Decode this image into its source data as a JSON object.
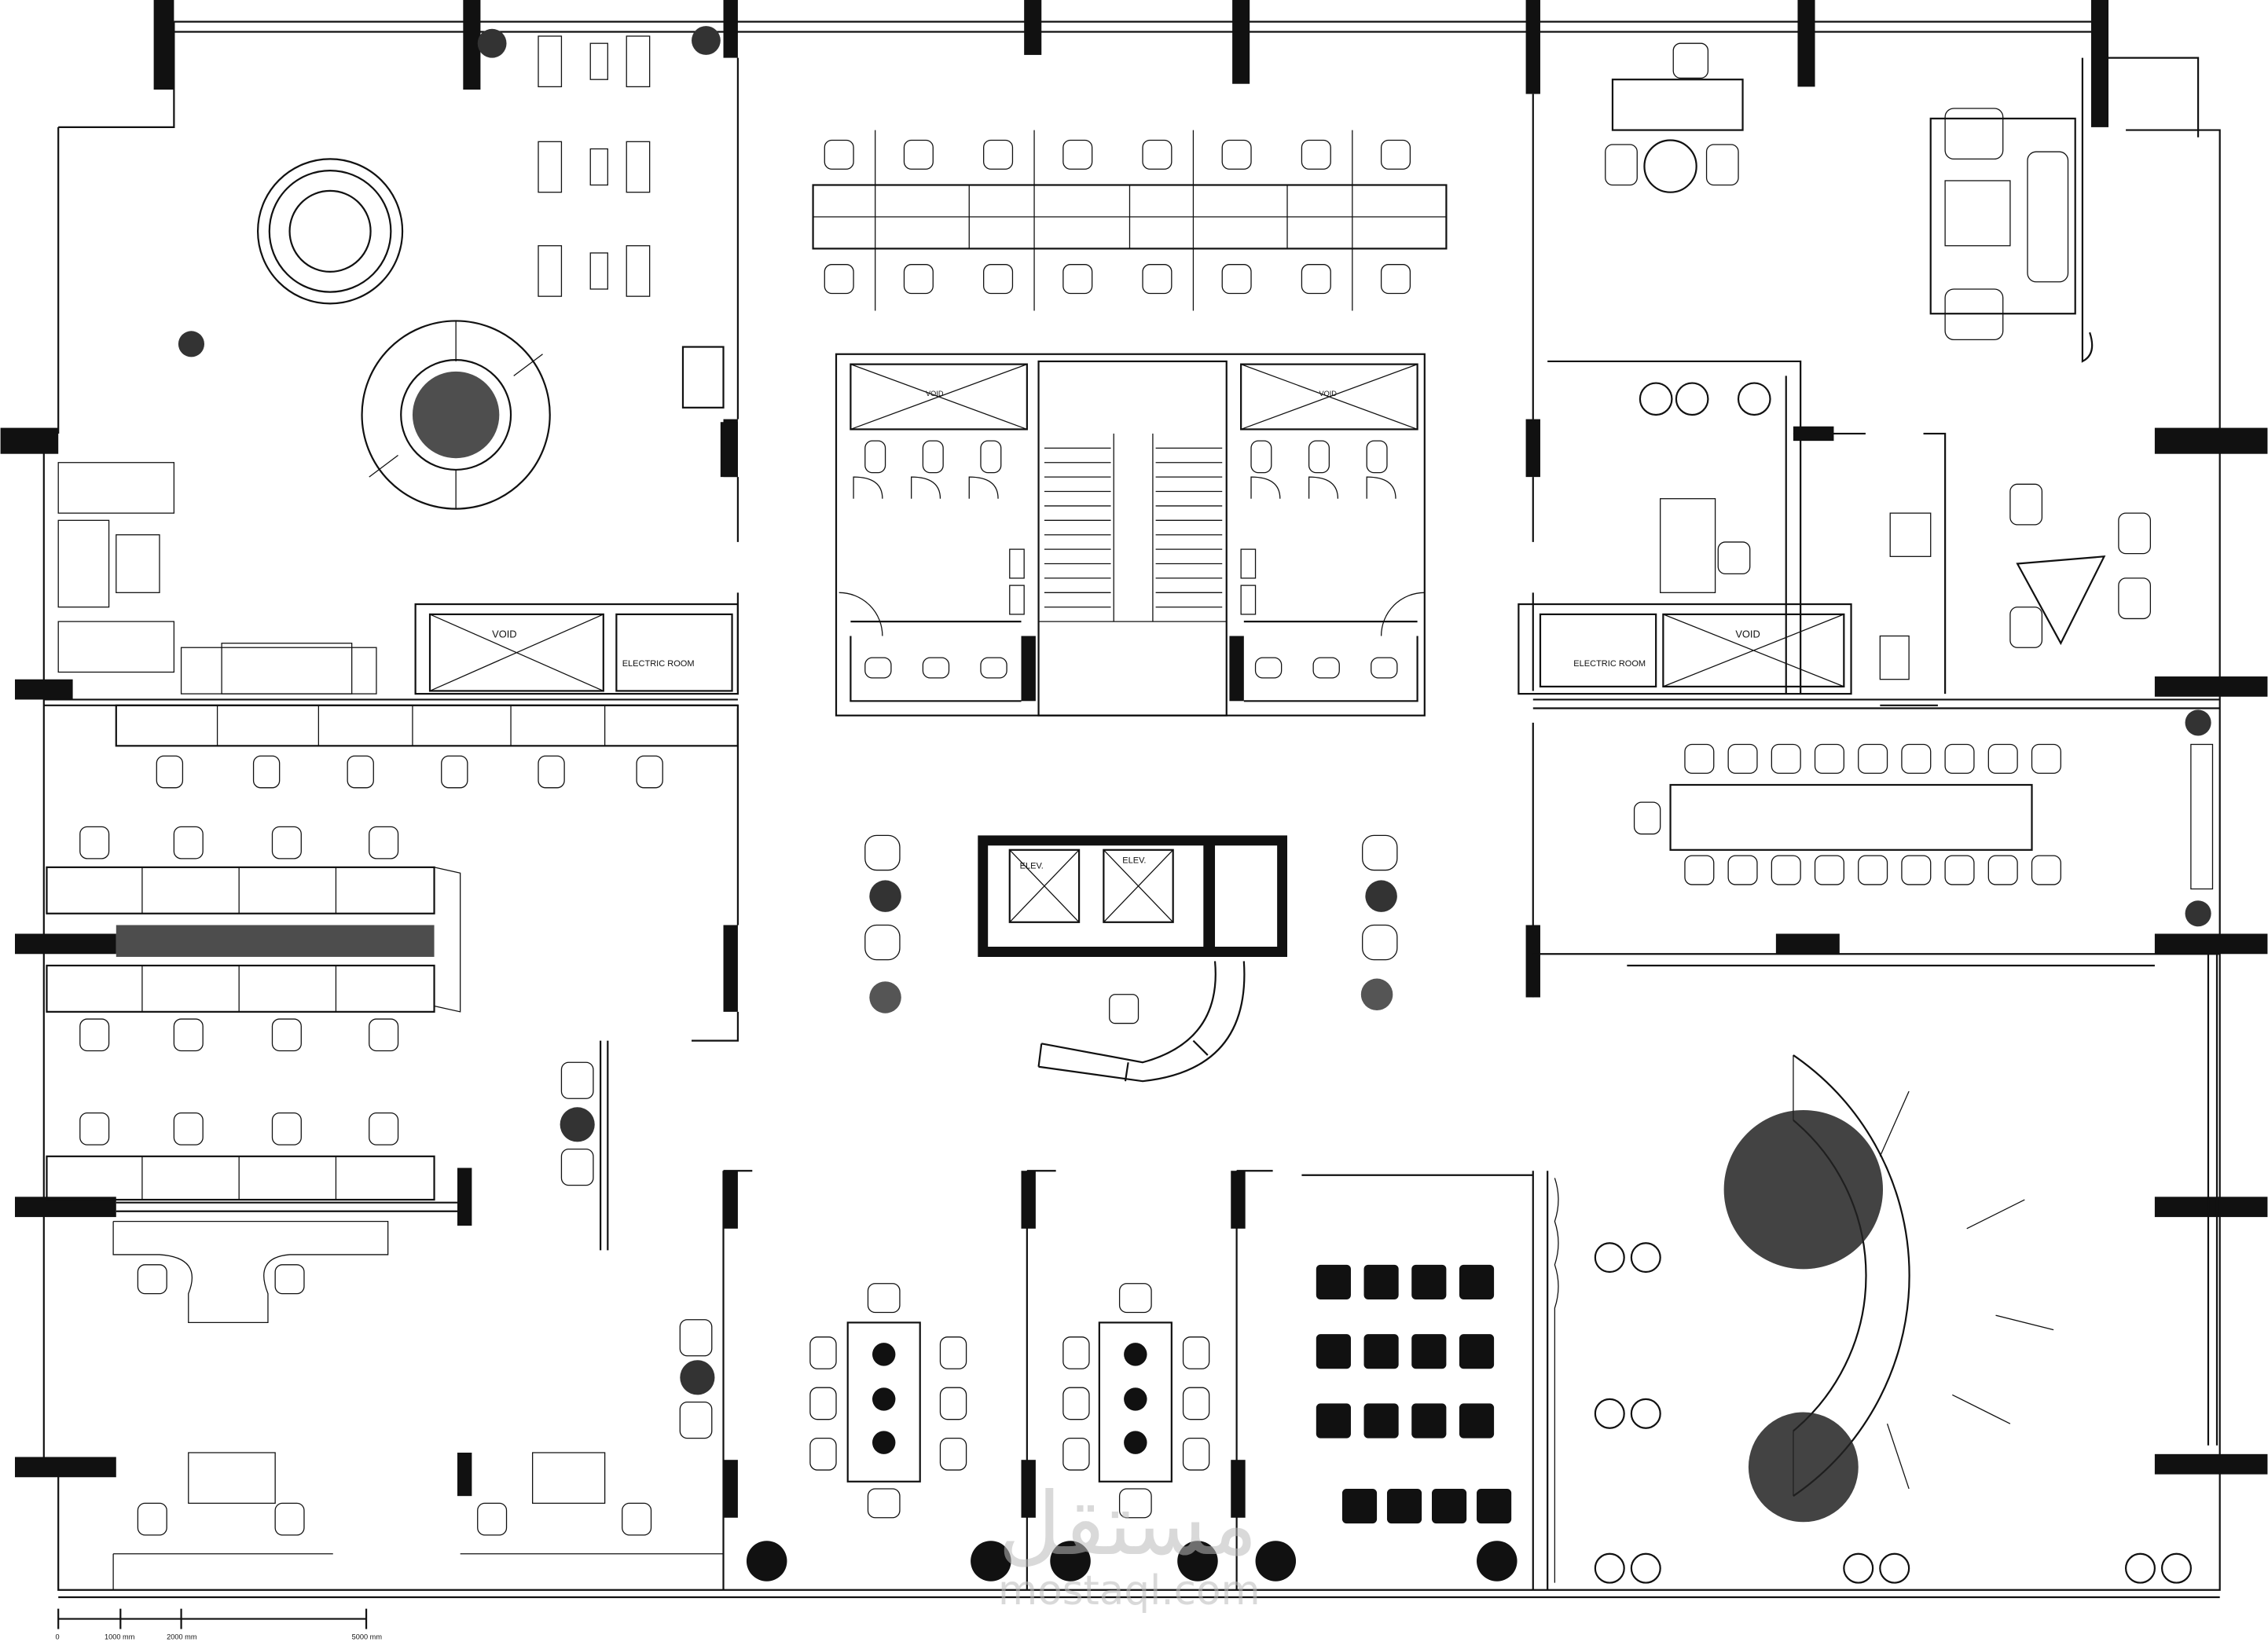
{
  "labels": {
    "void_left": "VOID",
    "electric_left": "ELECTRIC ROOM",
    "void_right": "VOID",
    "electric_right": "ELECTRIC ROOM",
    "void_toilet_left": "VOID",
    "void_toilet_right": "VOID",
    "elev_1": "ELEV.",
    "elev_2": "ELEV."
  },
  "scale_bar": {
    "ticks": [
      "0",
      "1000 mm",
      "2000 mm",
      "5000 mm"
    ]
  },
  "watermark": {
    "arabic": "مستقل",
    "latin": "mostaql.com"
  }
}
